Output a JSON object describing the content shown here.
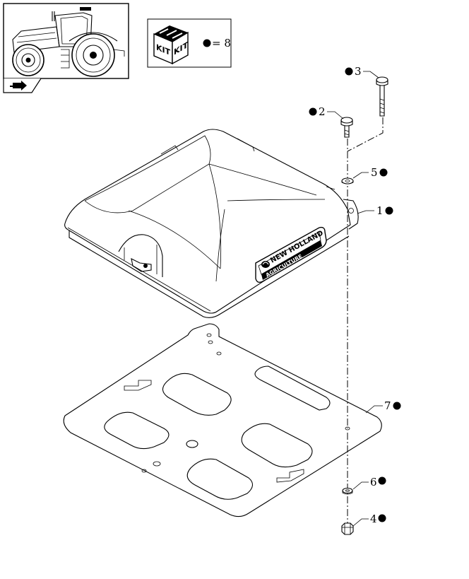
{
  "kit": {
    "box_text_left": "KIT",
    "box_text_right": "KIT",
    "equals_label": "= 8"
  },
  "brand": {
    "line1": "NEW HOLLAND",
    "line2": "AGRICULTURE"
  },
  "callouts": [
    {
      "id": "3",
      "text": "3",
      "dot_side": "left"
    },
    {
      "id": "2",
      "text": "2",
      "dot_side": "left"
    },
    {
      "id": "5",
      "text": "5",
      "dot_side": "right"
    },
    {
      "id": "1",
      "text": "1",
      "dot_side": "right"
    },
    {
      "id": "7",
      "text": "7",
      "dot_side": "right"
    },
    {
      "id": "6",
      "text": "6",
      "dot_side": "right"
    },
    {
      "id": "4",
      "text": "4",
      "dot_side": "right"
    }
  ]
}
